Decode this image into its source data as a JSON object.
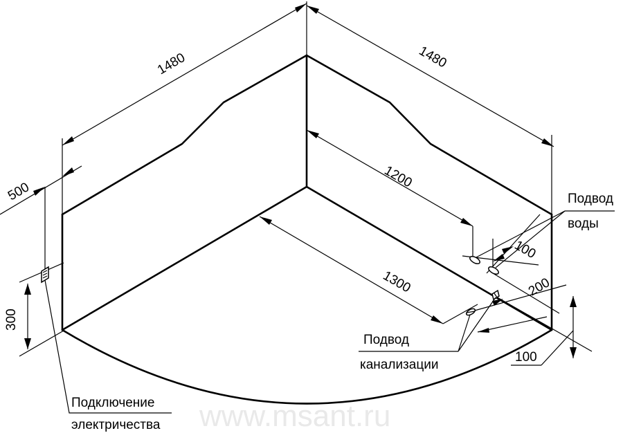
{
  "dimensions": {
    "left_width": "1480",
    "right_width": "1480",
    "inner_back": "1200",
    "inner_diagonal": "1300",
    "elec_offset": "500",
    "elec_height": "300",
    "water_spacing": "100",
    "drain_offset": "200",
    "drain_height": "100"
  },
  "labels": {
    "water_line1": "Подвод",
    "water_line2": "воды",
    "drain_line1": "Подвод",
    "drain_line2": "канализации",
    "electric_line1": "Подключение",
    "electric_line2": "электричества"
  },
  "watermark": "www.msant.ru"
}
